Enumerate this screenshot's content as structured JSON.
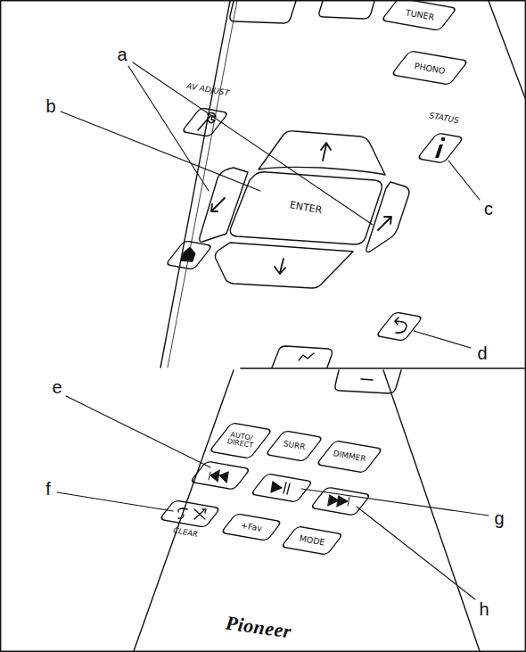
{
  "diagram": {
    "labels": [
      "a",
      "b",
      "AV ADJUST",
      "TUNER",
      "PHONO",
      "ENTER",
      "STATUS",
      "c",
      "d",
      "e",
      "AUTO/ DIRECT",
      "SURR",
      "DIMMER",
      "f",
      "g",
      "CLEAR",
      "+Fav",
      "MODE",
      "h",
      "Pioneer"
    ]
  }
}
